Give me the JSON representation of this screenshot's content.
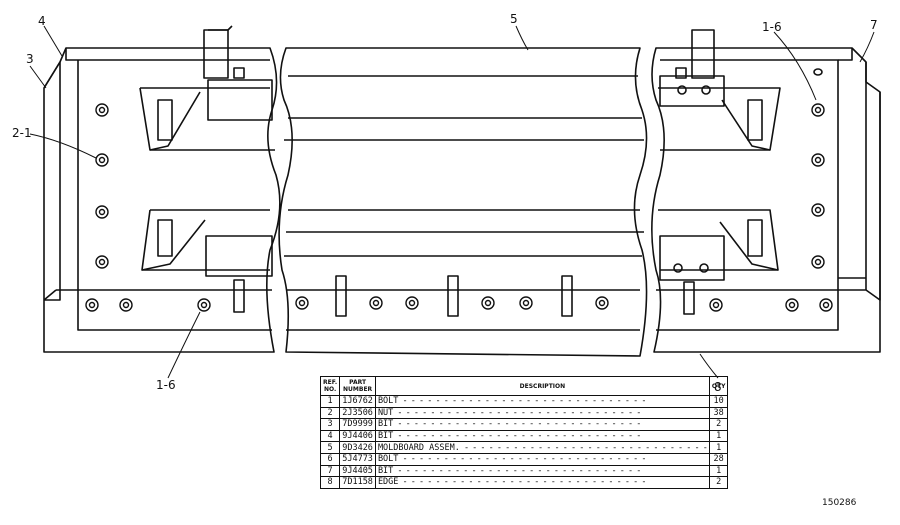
{
  "callouts": {
    "c4": "4",
    "c3": "3",
    "c5": "5",
    "c16_top": "1-6",
    "c7": "7",
    "c21": "2-1",
    "c16_bottom": "1-6",
    "c8": "8"
  },
  "parts_table": {
    "headers": {
      "ref_no": "REF. NO.",
      "part_number": "PART NUMBER",
      "description": "DESCRIPTION",
      "qty": "QTY"
    },
    "rows": [
      {
        "ref": "1",
        "part": "1J6762",
        "desc": "BOLT",
        "qty": "10"
      },
      {
        "ref": "2",
        "part": "2J3506",
        "desc": "NUT",
        "qty": "38"
      },
      {
        "ref": "3",
        "part": "7D9999",
        "desc": "BIT",
        "qty": "2"
      },
      {
        "ref": "4",
        "part": "9J4406",
        "desc": "BIT",
        "qty": "1"
      },
      {
        "ref": "5",
        "part": "9D3426",
        "desc": "MOLDBOARD ASSEM.",
        "qty": "1"
      },
      {
        "ref": "6",
        "part": "5J4773",
        "desc": "BOLT",
        "qty": "28"
      },
      {
        "ref": "7",
        "part": "9J4405",
        "desc": "BIT",
        "qty": "1"
      },
      {
        "ref": "8",
        "part": "7D1158",
        "desc": "EDGE",
        "qty": "2"
      }
    ]
  },
  "drawing_code": "150286"
}
